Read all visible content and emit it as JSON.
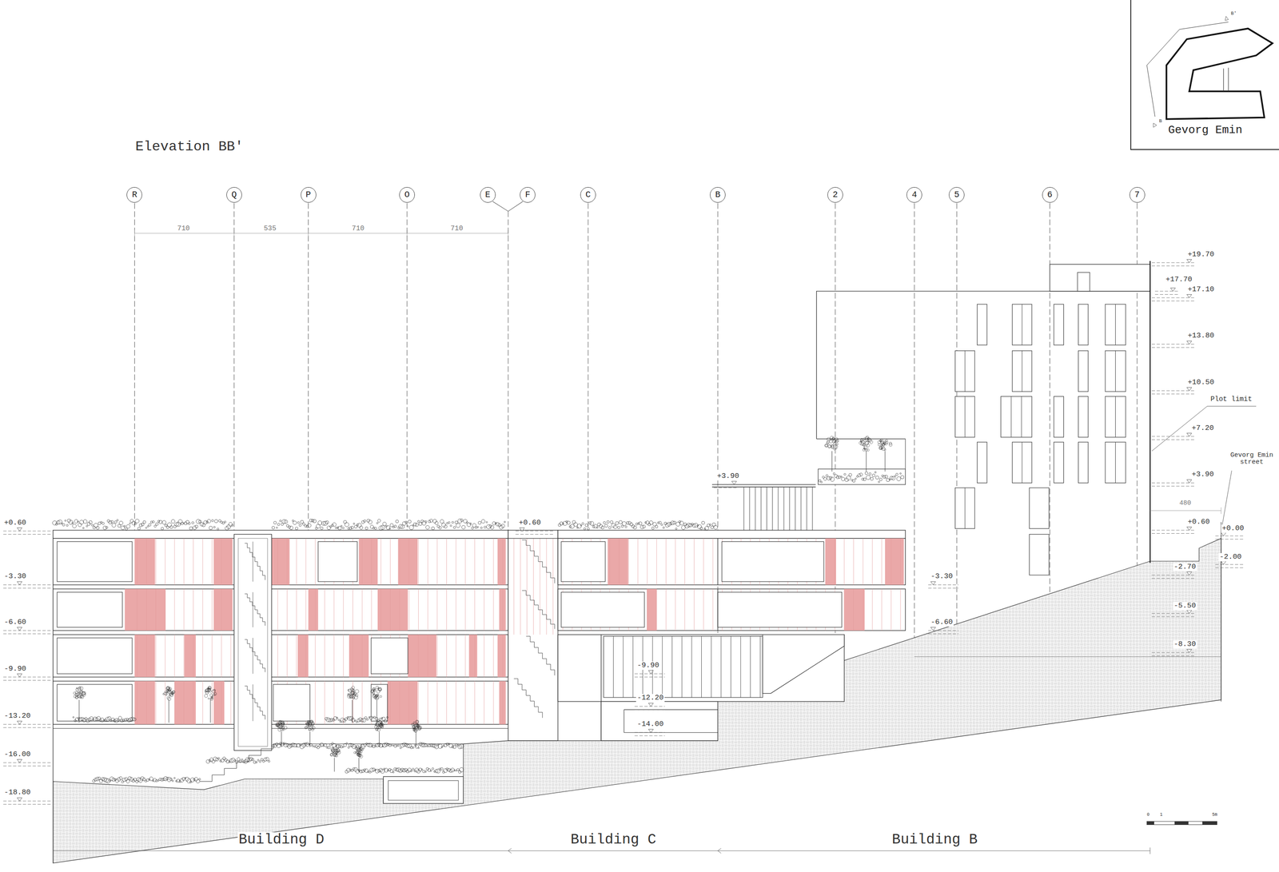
{
  "diagram": {
    "title": "Elevation BB'",
    "nodes": [
      {
        "text": [
          "Gevorg Emin"
        ]
      },
      {
        "text": [
          "R"
        ]
      },
      {
        "text": [
          "Q"
        ]
      },
      {
        "text": [
          "P"
        ]
      },
      {
        "text": [
          "O"
        ]
      },
      {
        "text": [
          "E"
        ]
      },
      {
        "text": [
          "F"
        ]
      },
      {
        "text": [
          "C"
        ]
      },
      {
        "text": [
          "B"
        ]
      },
      {
        "text": [
          "2"
        ]
      },
      {
        "text": [
          "4"
        ]
      },
      {
        "text": [
          "5"
        ]
      },
      {
        "text": [
          "6"
        ]
      },
      {
        "text": [
          "7"
        ]
      }
    ],
    "labels": [
      "710",
      "535",
      "710",
      "710",
      "+19.70",
      "+17.70",
      "+17.10",
      "+13.80",
      "+10.50",
      "+7.20",
      "Plot limit",
      "+3.90",
      "480",
      "+0.60",
      "Gevorg Emin street",
      "+0.00",
      "-2.00",
      "-2.70",
      "-5.50",
      "-8.30",
      "+0.60",
      "-3.30",
      "-6.60",
      "-9.90",
      "-13.20",
      "-16.00",
      "-18.80",
      "+0.60",
      "+3.90",
      "-3.30",
      "-6.60",
      "-9.90",
      "-12.20",
      "-14.00",
      "Building D",
      "Building C",
      "Building B",
      "0",
      "1",
      "5m",
      "B'",
      "B"
    ]
  }
}
